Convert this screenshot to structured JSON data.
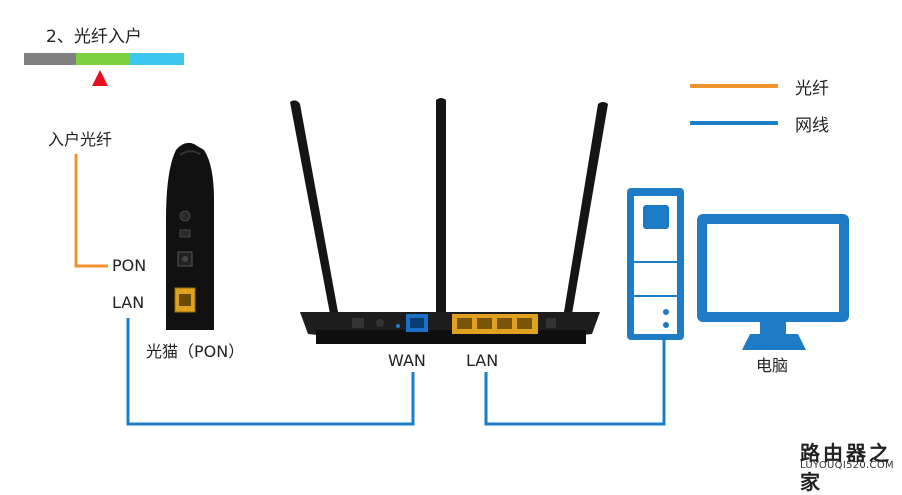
{
  "step": {
    "title": "2、光纤入户",
    "segments": [
      {
        "name": "gray",
        "color": "#808080"
      },
      {
        "name": "green",
        "color": "#7dd13d"
      },
      {
        "name": "cyan",
        "color": "#3ec6ee"
      }
    ],
    "marker_color": "#e8101c"
  },
  "legend": {
    "fiber_label": "光纤",
    "fiber_color": "#f0922e",
    "cable_label": "网线",
    "cable_color": "#1a7ec8"
  },
  "labels": {
    "incoming_fiber": "入户光纤",
    "pon_port": "PON",
    "lan_port_modem": "LAN",
    "modem_name": "光猫（PON）",
    "router_wan": "WAN",
    "router_lan": "LAN",
    "computer": "电脑"
  },
  "watermark": {
    "cn": "路由器之家",
    "en": "LUYOUQI520.COM"
  }
}
